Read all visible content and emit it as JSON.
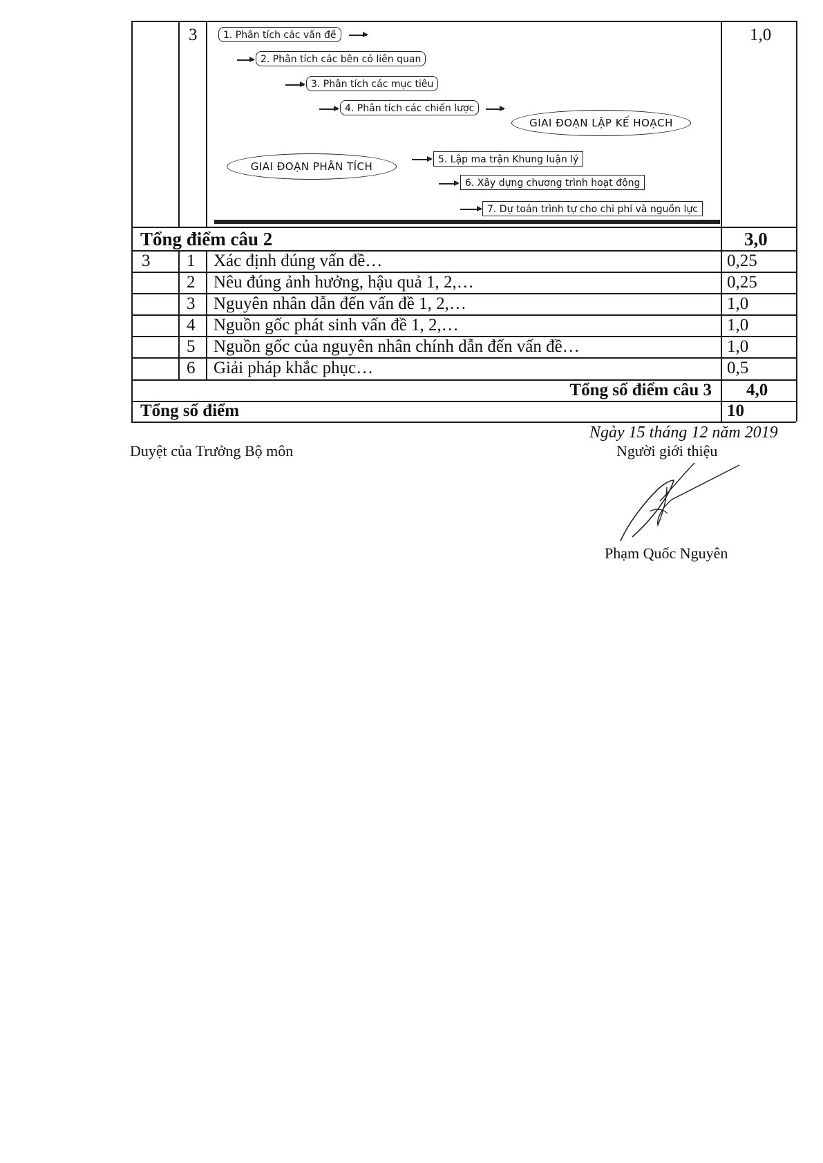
{
  "diagram": {
    "row_number": "3",
    "score": "1,0",
    "steps": [
      "1. Phân tích các vấn đề",
      "2. Phân tích các bên có liên quan",
      "3. Phân tích các mục tiêu",
      "4. Phân tích các chiến lược",
      "5. Lập ma trận Khung luận lý",
      "6. Xây dựng chương trình hoạt động",
      "7. Dự toán trình tự cho chi phí và nguồn lực"
    ],
    "phase_planning": "GIAI ĐOẠN LẬP KẾ HOẠCH",
    "phase_analysis": "GIAI ĐOẠN PHÂN TÍCH"
  },
  "q2_total": {
    "label": "Tổng điểm câu 2",
    "score": "3,0"
  },
  "q3": {
    "question": "3",
    "rows": [
      {
        "num": "1",
        "text": "Xác định đúng vấn đề…",
        "score": "0,25"
      },
      {
        "num": "2",
        "text": "Nêu đúng ảnh hưởng, hậu quả 1, 2,…",
        "score": "0,25"
      },
      {
        "num": "3",
        "text": "Nguyên nhân dẫn đến vấn đề 1, 2,…",
        "score": "1,0"
      },
      {
        "num": "4",
        "text": "Nguồn gốc phát sinh vấn đề 1, 2,…",
        "score": "1,0"
      },
      {
        "num": "5",
        "text": "Nguồn gốc của nguyên nhân chính dẫn đến vấn đề…",
        "score": "1,0"
      },
      {
        "num": "6",
        "text": "Giải pháp khắc phục…",
        "score": "0,5"
      }
    ],
    "total_label": "Tổng số điểm câu 3",
    "total_score": "4,0"
  },
  "grand_total": {
    "label": "Tổng số điểm",
    "score": "10"
  },
  "footer": {
    "date": "Ngày 15 tháng 12 năm 2019",
    "approval": "Duyệt của Trưởng Bộ môn",
    "presenter_title": "Người giới thiệu",
    "presenter_name": "Phạm Quốc Nguyên"
  }
}
